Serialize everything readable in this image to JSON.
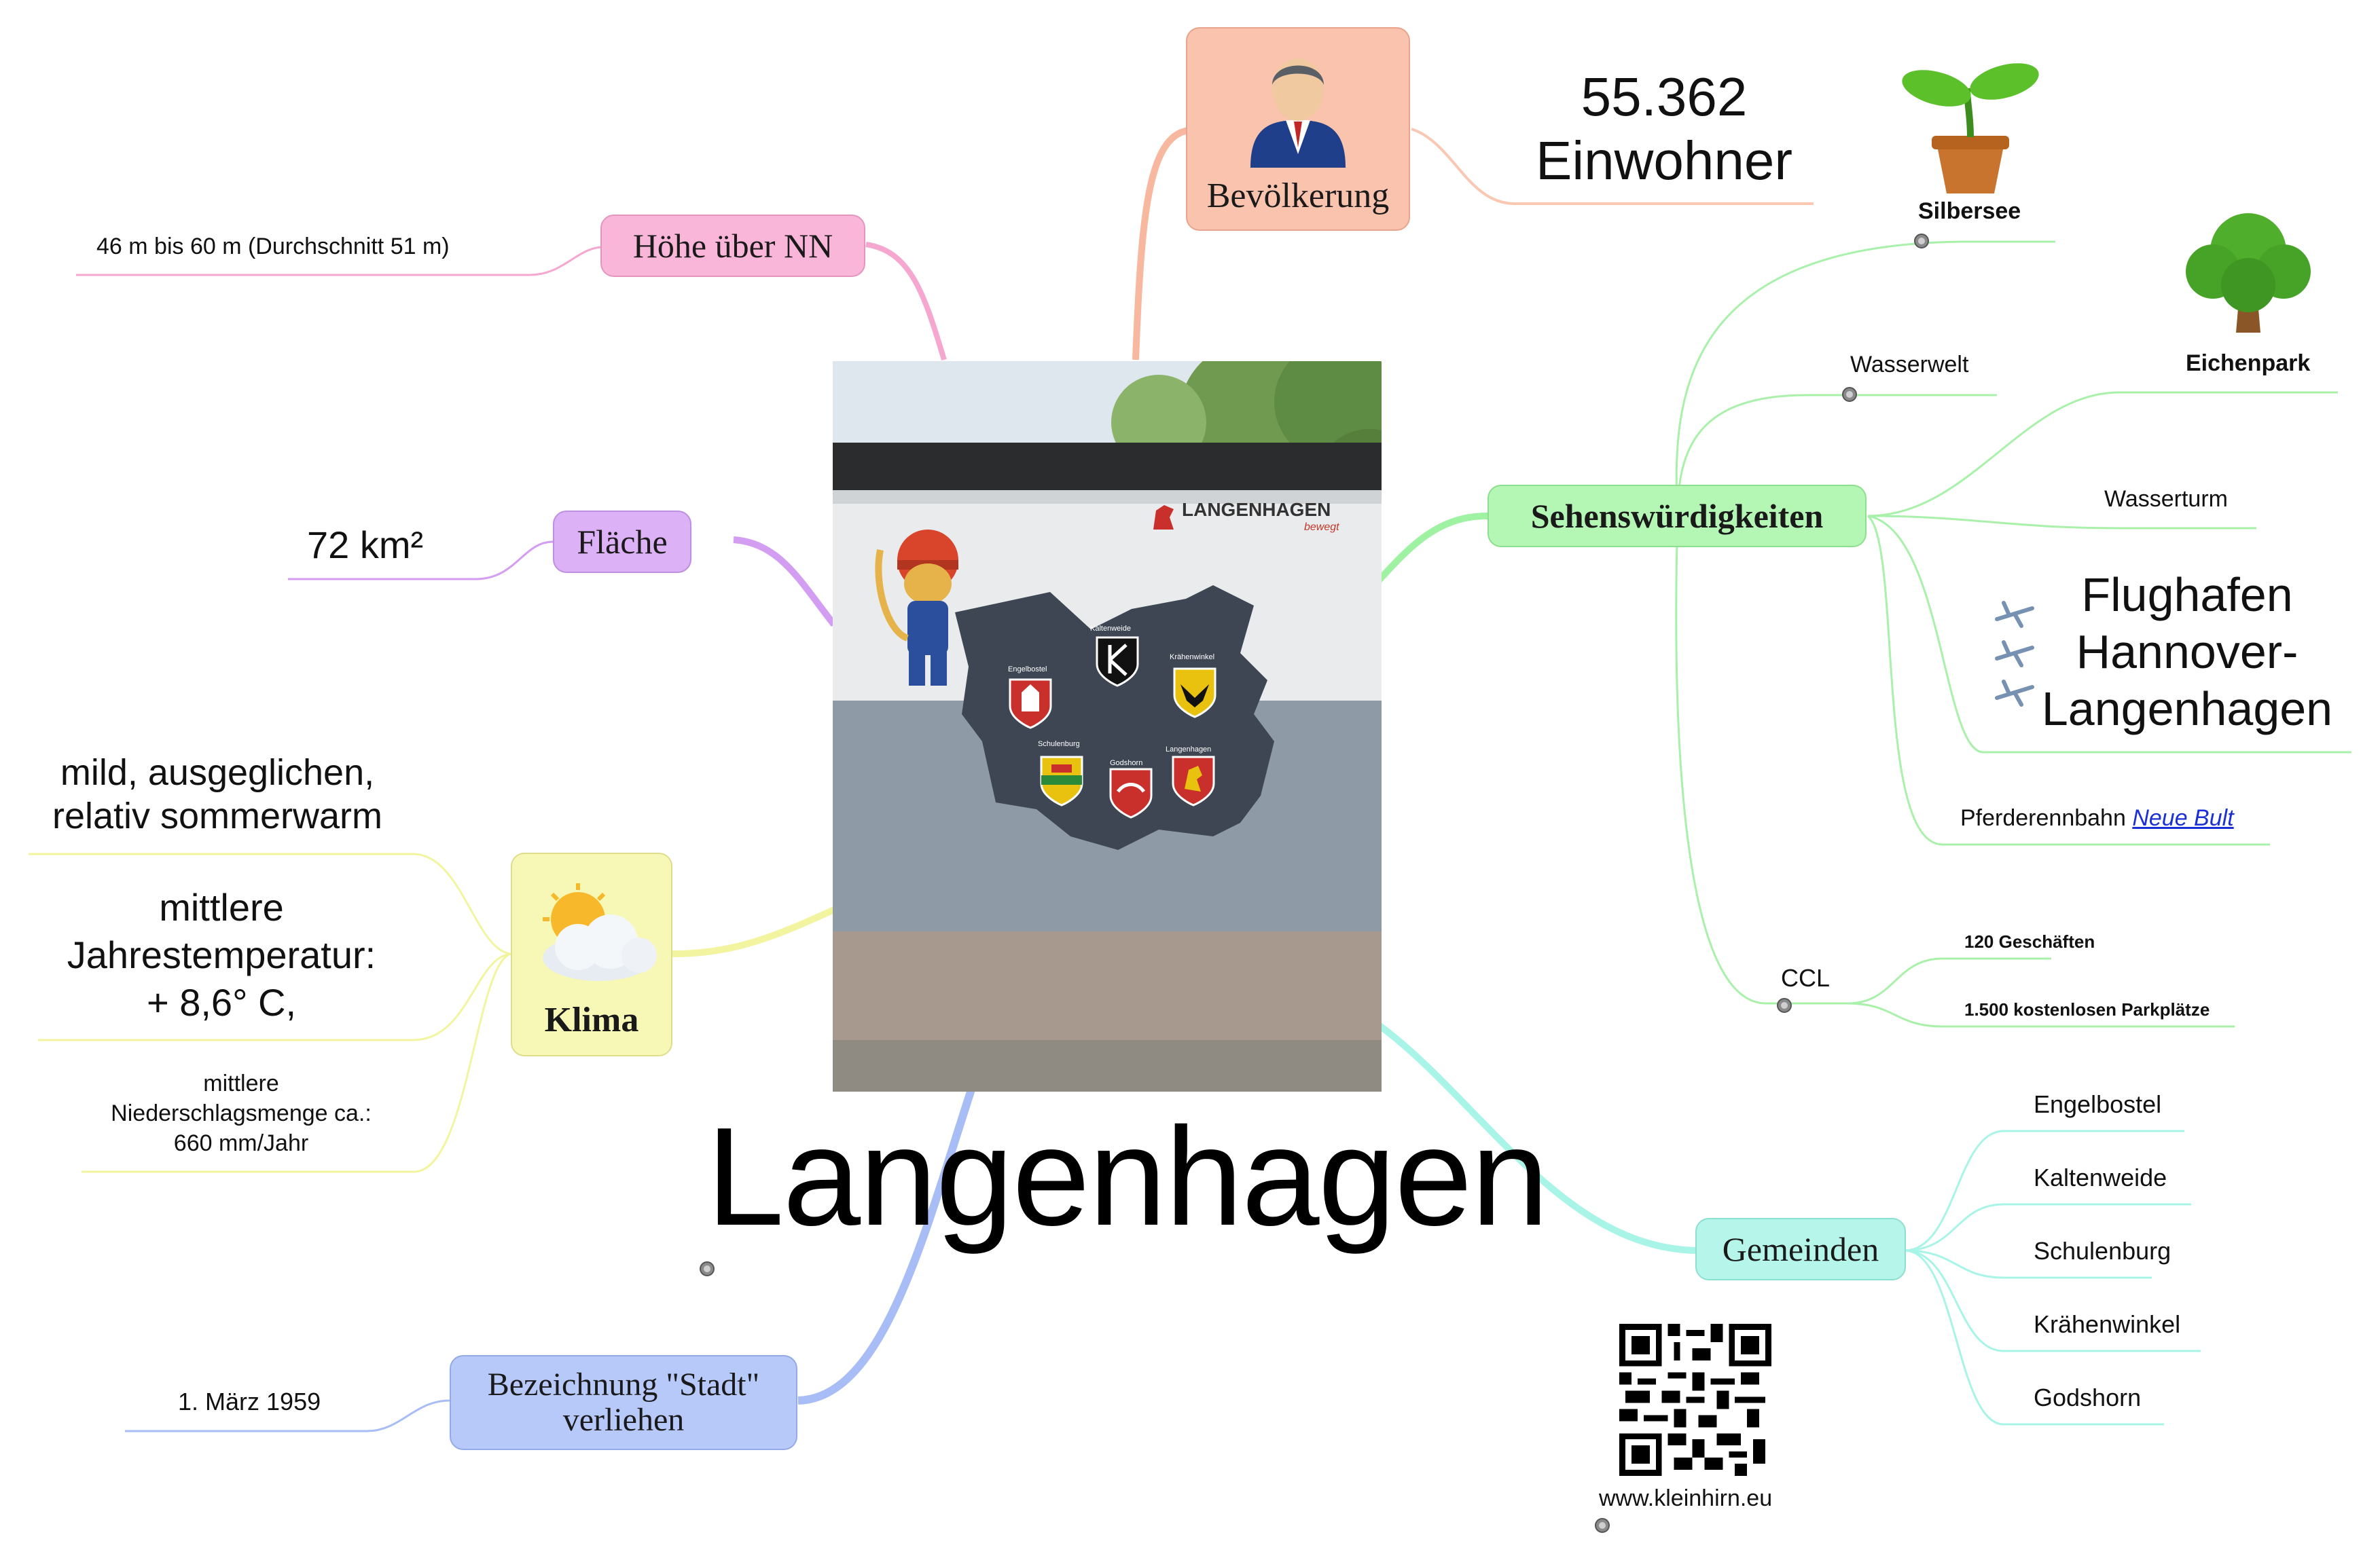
{
  "central": {
    "title": "Langenhagen",
    "photo": {
      "brand": "LANGENHAGEN",
      "slogan": "bewegt",
      "districts": [
        "Kaltenweide",
        "Engelbostel",
        "Krähenwinkel",
        "Schulenburg",
        "Godshorn",
        "Langenhagen"
      ]
    }
  },
  "bevoelkerung": {
    "label": "Bevölkerung",
    "value": "55.362",
    "unit": "Einwohner"
  },
  "hoehe": {
    "label": "Höhe über NN",
    "value": "46 m bis 60 m (Durchschnitt 51 m)"
  },
  "flaeche": {
    "label": "Fläche",
    "value": "72 km²"
  },
  "klima": {
    "label": "Klima",
    "items": [
      "mild, ausgeglichen,\nrelativ sommerwarm",
      "mittlere\nJahrestemperatur:\n+ 8,6° C,",
      "mittlere\nNiederschlagsmenge ca.:\n660 mm/Jahr"
    ]
  },
  "stadt": {
    "label": "Bezeichnung \"Stadt\"\nverliehen",
    "value": "1. März 1959"
  },
  "sehenswuerdigkeiten": {
    "label": "Sehenswürdigkeiten",
    "silbersee": "Silbersee",
    "wasserwelt": "Wasserwelt",
    "eichenpark": "Eichenpark",
    "wasserturm": "Wasserturm",
    "flughafen": "Flughafen\nHannover-\nLangenhagen",
    "pferderennbahn_prefix": "Pferderennbahn",
    "pferderennbahn_link": "Neue Bult",
    "ccl": "CCL",
    "ccl_items": [
      "120 Geschäften",
      "1.500 kostenlosen Parkplätze"
    ]
  },
  "gemeinden": {
    "label": "Gemeinden",
    "items": [
      "Engelbostel",
      "Kaltenweide",
      "Schulenburg",
      "Krähenwinkel",
      "Godshorn"
    ]
  },
  "footer": {
    "url": "www.kleinhirn.eu"
  },
  "colors": {
    "bevoelkerung": "#f9c3ad",
    "hoehe": "#f9b6d8",
    "flaeche": "#dcb1f5",
    "klima": "#f7f8b5",
    "stadt": "#b6c9f9",
    "sehenswuerdigkeiten": "#b4f7b5",
    "gemeinden": "#b5f5ea"
  }
}
